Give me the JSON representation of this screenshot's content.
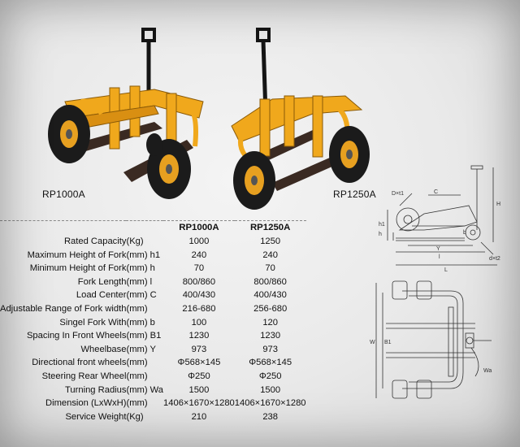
{
  "models": {
    "left_caption": "RP1000A",
    "right_caption": "RP1250A"
  },
  "table": {
    "headers": [
      "",
      "",
      "RP1000A",
      "RP1250A"
    ],
    "rows": [
      {
        "name": "Rated Capacity",
        "unit": "(Kg)",
        "a": "1000",
        "b": "1250"
      },
      {
        "name": "Maximum Height of Fork",
        "unit": "(mm) h1",
        "a": "240",
        "b": "240"
      },
      {
        "name": "Minimum Height of Fork",
        "unit": "(mm) h",
        "a": "70",
        "b": "70"
      },
      {
        "name": "Fork Length",
        "unit": "(mm) l",
        "a": "800/860",
        "b": "800/860"
      },
      {
        "name": "Load Center",
        "unit": "(mm) C",
        "a": "400/430",
        "b": "400/430"
      },
      {
        "name": "Adjustable Range of Fork width",
        "unit": "(mm)",
        "a": "216-680",
        "b": "256-680"
      },
      {
        "name": "Singel Fork With",
        "unit": "(mm) b",
        "a": "100",
        "b": "120"
      },
      {
        "name": "Spacing In Front Wheels",
        "unit": "(mm) B1",
        "a": "1230",
        "b": "1230"
      },
      {
        "name": "Wheelbase",
        "unit": "(mm) Y",
        "a": "973",
        "b": "973"
      },
      {
        "name": "Directional front wheels",
        "unit": "(mm)",
        "a": "Φ568×145",
        "b": "Φ568×145"
      },
      {
        "name": "Steering Rear Wheel",
        "unit": "(mm)",
        "a": "Φ250",
        "b": "Φ250"
      },
      {
        "name": "Turning Radius",
        "unit": "(mm) Wa",
        "a": "1500",
        "b": "1500"
      },
      {
        "name": "Dimension (LxWxH)",
        "unit": "(mm)",
        "a": "1406×1670×1280",
        "b": "1406×1670×1280"
      },
      {
        "name": "Service Weight",
        "unit": "(Kg)",
        "a": "210",
        "b": "238"
      }
    ]
  },
  "diagram_labels": {
    "side": [
      "H",
      "h1",
      "h",
      "D×t1",
      "C",
      "L",
      "l",
      "Y",
      "d×t2",
      "b"
    ],
    "top": [
      "W",
      "B1",
      "Wa"
    ]
  },
  "colors": {
    "frame_yellow": "#f0a81c",
    "frame_dark": "#8a5a08",
    "tyre": "#1b1b1b",
    "fork": "#3a2a22",
    "handle": "#151515"
  }
}
